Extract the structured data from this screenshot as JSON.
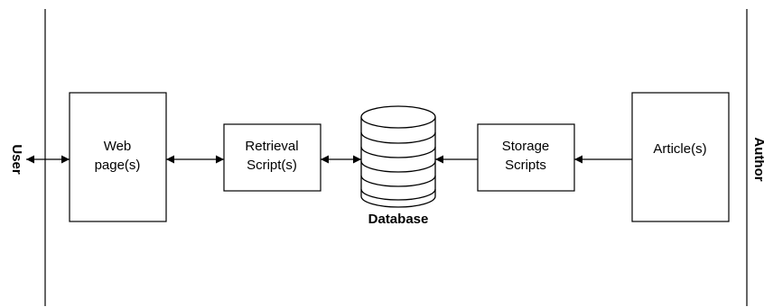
{
  "diagram": {
    "left_actor": "User",
    "right_actor": "Author",
    "nodes": {
      "web_pages": {
        "line1": "Web",
        "line2": "page(s)"
      },
      "retrieval_script": {
        "line1": "Retrieval",
        "line2": "Script(s)"
      },
      "database": {
        "label": "Database"
      },
      "storage_scripts": {
        "line1": "Storage",
        "line2": "Scripts"
      },
      "articles": {
        "label": "Article(s)"
      }
    },
    "edges": [
      {
        "from": "User",
        "to": "Web page(s)",
        "direction": "both"
      },
      {
        "from": "Web page(s)",
        "to": "Retrieval Script(s)",
        "direction": "both"
      },
      {
        "from": "Retrieval Script(s)",
        "to": "Database",
        "direction": "both"
      },
      {
        "from": "Storage Scripts",
        "to": "Database",
        "direction": "forward"
      },
      {
        "from": "Article(s)",
        "to": "Storage Scripts",
        "direction": "forward"
      }
    ],
    "colors": {
      "stroke": "#000000",
      "fill": "#ffffff"
    }
  }
}
